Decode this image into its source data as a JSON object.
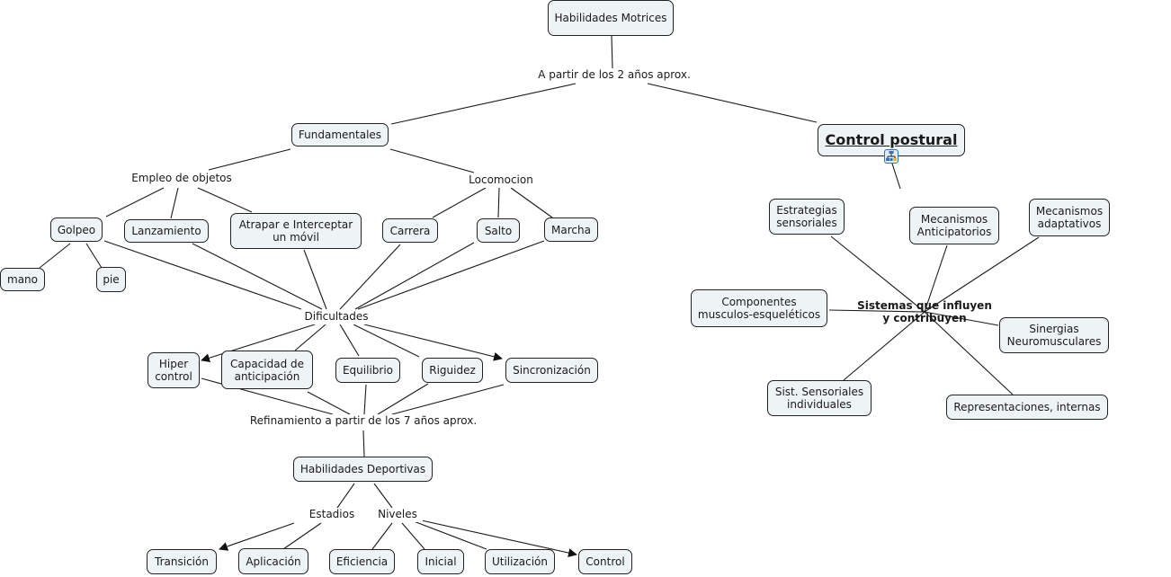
{
  "map": {
    "root": "Habilidades Motrices",
    "linking_phrases": {
      "age2": "A partir de los 2 años aprox.",
      "objects": "Empleo de objetos",
      "locomotion": "Locomocion",
      "difficulties": "Dificultades",
      "refinement": "Refinamiento a partir de los 7 años aprox.",
      "stages": "Estadios",
      "levels": "Niveles",
      "systems": "Sistemas que influyen\ny contribuyen"
    },
    "concepts": {
      "fundamentales": "Fundamentales",
      "control_postural": "Control postural",
      "golpeo": "Golpeo",
      "lanzamiento": "Lanzamiento",
      "atrapar": "Atrapar e Interceptar\nun móvil",
      "carrera": "Carrera",
      "salto": "Salto",
      "marcha": "Marcha",
      "mano": "mano",
      "pie": "pie",
      "hiper_control": "Hiper\ncontrol",
      "capacidad": "Capacidad de\nanticipación",
      "equilibrio": "Equilibrio",
      "riguidez": "Riguidez",
      "sincronizacion": "Sincronización",
      "habilidades_deportivas": "Habilidades Deportivas",
      "transicion": "Transición",
      "aplicacion": "Aplicación",
      "eficiencia": "Eficiencia",
      "inicial": "Inicial",
      "utilizacion": "Utilización",
      "control": "Control",
      "estrategias": "Estrategias\nsensoriales",
      "mec_anticipatorios": "Mecanismos\nAnticipatorios",
      "mec_adaptativos": "Mecanismos\nadaptativos",
      "componentes": "Componentes\nmusculos-esqueléticos",
      "sinergias": "Sinergias\nNeuromusculares",
      "sist_sensoriales": "Sist. Sensoriales\nindividuales",
      "representaciones": "Representaciones, internas"
    },
    "icons": {
      "submap": "submap-hierarchy-icon"
    },
    "colors": {
      "node_fill": "#eef3f5",
      "node_border": "#222222",
      "line": "#1a1a1a",
      "icon_accent": "#3a6fb0"
    }
  }
}
